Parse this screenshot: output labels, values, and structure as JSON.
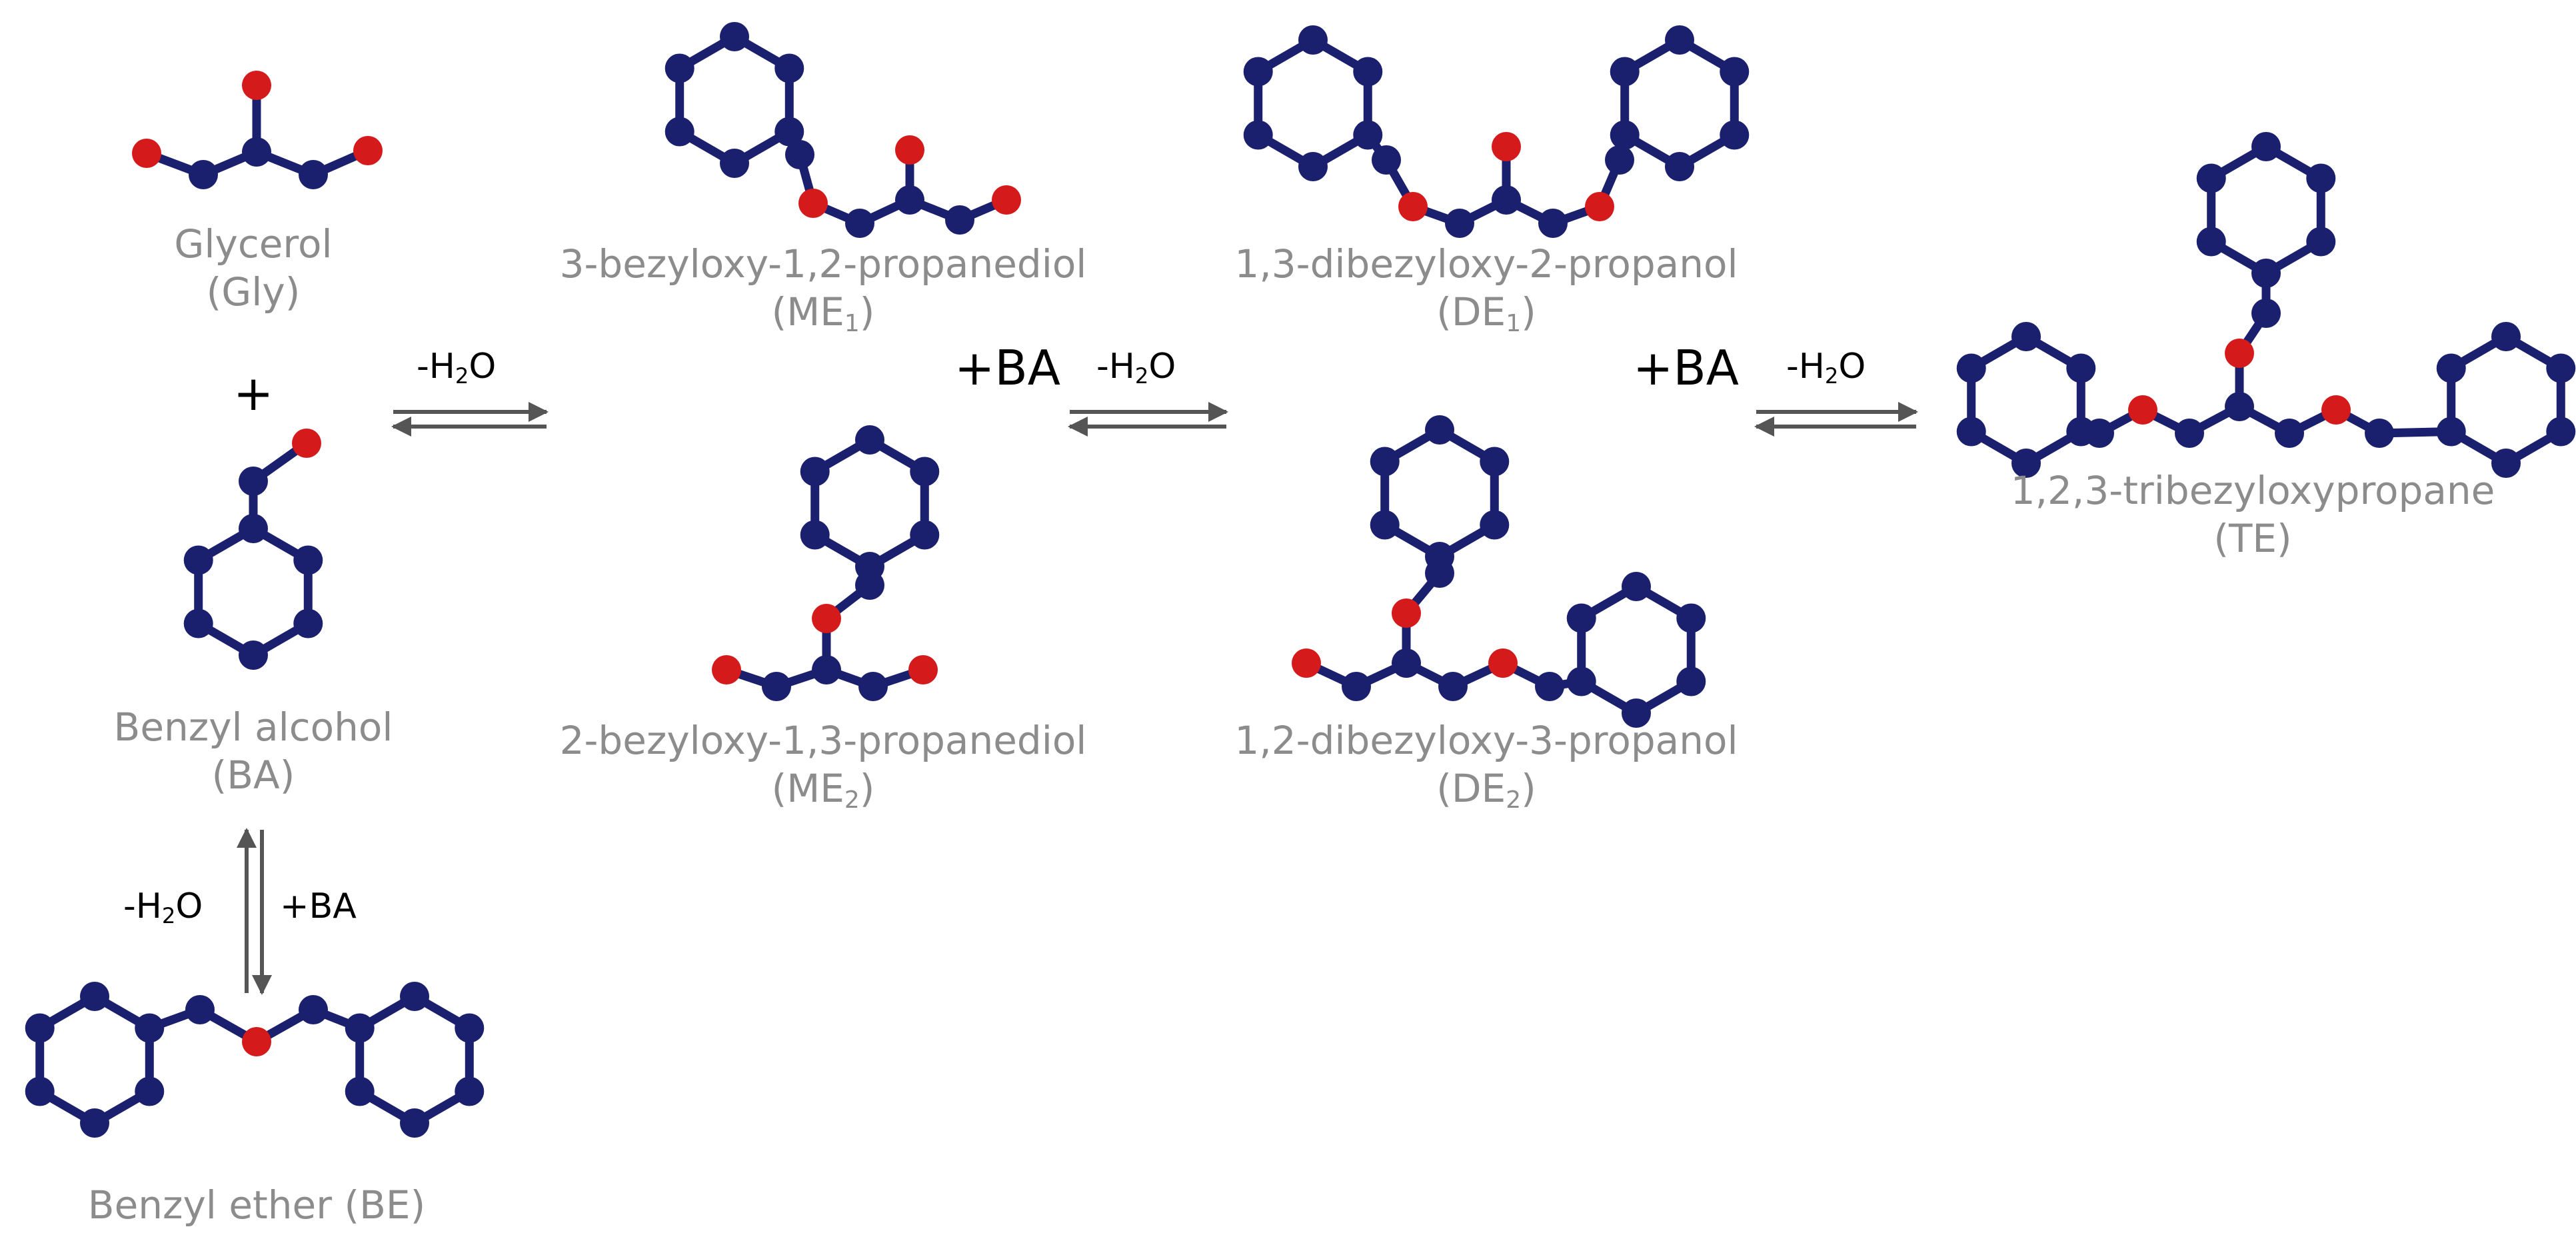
{
  "colors": {
    "carbon": "#1a1f6e",
    "oxygen": "#d41a1a",
    "label": "#8c8c8c",
    "arrow": "#555555",
    "text": "#000000"
  },
  "molecules": {
    "gly": {
      "name": "Glycerol",
      "abbr_prefix": "(",
      "abbr": "Gly",
      "abbr_sub": "",
      "abbr_suffix": ")"
    },
    "ba": {
      "name": "Benzyl alcohol",
      "abbr_prefix": "(",
      "abbr": "BA",
      "abbr_sub": "",
      "abbr_suffix": ")"
    },
    "be": {
      "name": "Benzyl ether (BE)"
    },
    "me1": {
      "name": "3-bezyloxy-1,2-propanediol",
      "abbr_prefix": "(",
      "abbr": "ME",
      "abbr_sub": "1",
      "abbr_suffix": ")"
    },
    "me2": {
      "name": "2-bezyloxy-1,3-propanediol",
      "abbr_prefix": "(",
      "abbr": "ME",
      "abbr_sub": "2",
      "abbr_suffix": ")"
    },
    "de1": {
      "name": "1,3-dibezyloxy-2-propanol",
      "abbr_prefix": "(",
      "abbr": "DE",
      "abbr_sub": "1",
      "abbr_suffix": ")"
    },
    "de2": {
      "name": "1,2-dibezyloxy-3-propanol",
      "abbr_prefix": "(",
      "abbr": "DE",
      "abbr_sub": "2",
      "abbr_suffix": ")"
    },
    "te": {
      "name": "1,2,3-tribezyloxypropane",
      "abbr_prefix": "(",
      "abbr": "TE",
      "abbr_sub": "",
      "abbr_suffix": ")"
    }
  },
  "reagents": {
    "plus": "+",
    "plus_ba_1": "+BA",
    "plus_ba_2": "+BA"
  },
  "conditions": {
    "water_prefix": "-H",
    "water_sub": "2",
    "water_suffix": "O",
    "plus_ba_small": "+BA"
  }
}
